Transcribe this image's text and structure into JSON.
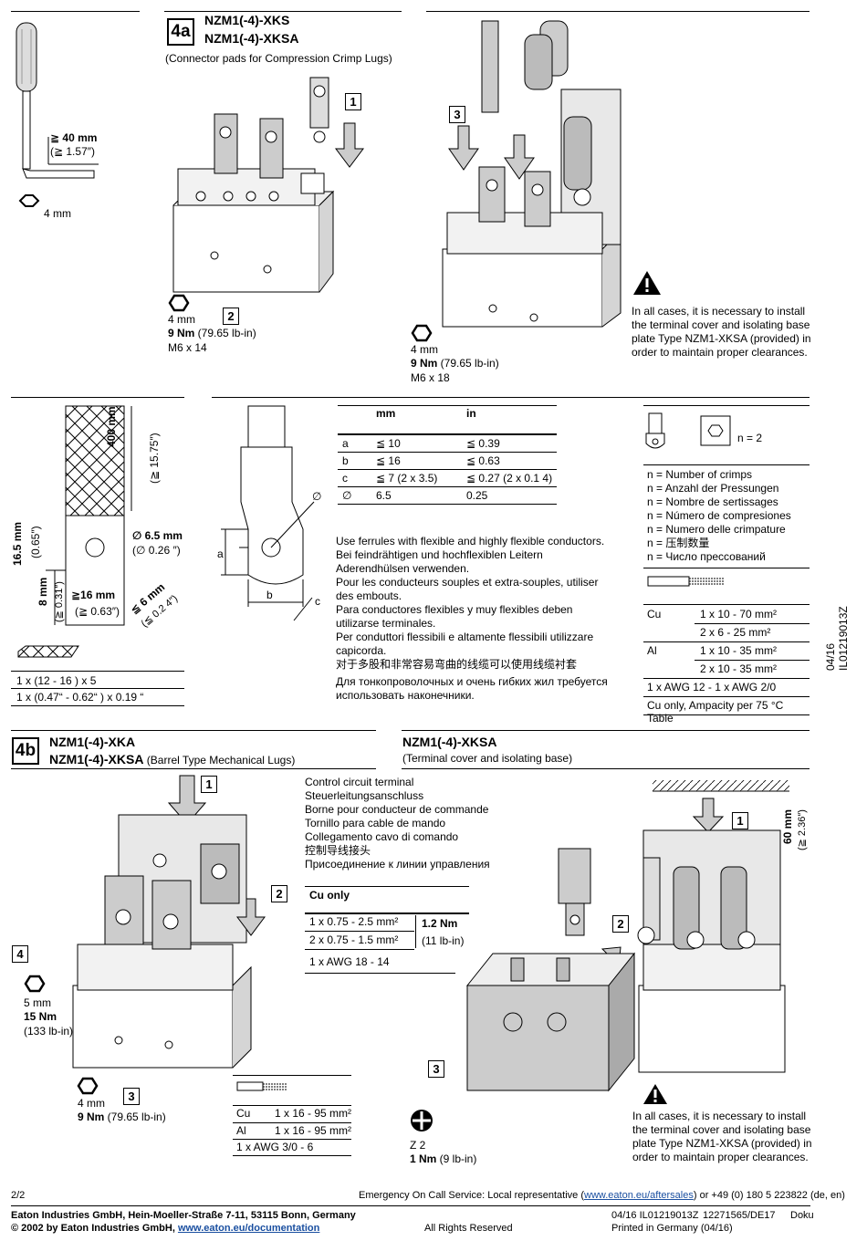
{
  "tool": {
    "length": "≧ 40 mm",
    "length_in": "(≧ 1.57″)",
    "hex": "4 mm"
  },
  "sec4a": {
    "badge": "4a",
    "title1": "NZM1(-4)-XKS",
    "title2": "NZM1(-4)-XKSA",
    "subtitle": "(Connector pads for Compression Crimp Lugs)",
    "steps": [
      "1",
      "2",
      "3"
    ],
    "left_torque": {
      "hex": "4 mm",
      "torque_bold": "9 Nm",
      "torque_rest": " (79.65 lb-in)",
      "screw": "M6 x 14"
    },
    "right_torque": {
      "hex": "4 mm",
      "torque_bold": "9 Nm",
      "torque_rest": " (79.65 lb-in)",
      "screw": "M6 x 18"
    },
    "warning": "In all cases, it is necessary to install the terminal cover and isolating base plate Type NZM1-XKSA (provided) in order to maintain proper clearances."
  },
  "braid": {
    "len400": "400 mm",
    "len400_in": "(≧ 15.75″)",
    "w165": "16.5 mm",
    "w165_in": "(0.65″)",
    "dia": "∅ 6.5 mm",
    "dia_in": "(∅  0.26 ″)",
    "l8": "8 mm",
    "l8_in": "(≧ 0.31″)",
    "l16": "≧16 mm",
    "l16_in": "(≧ 0.63″)",
    "l6": "≦ 6 mm",
    "l6_in": "(≦ 0.2 4″)",
    "rows": [
      "1 x (12 - 16 ) x 5",
      "1 x (0.47“ - 0.62“ ) x 0.19 “"
    ]
  },
  "lug": {
    "a": "a",
    "b": "b",
    "c": "c",
    "dia": "∅"
  },
  "dims": {
    "headers": [
      "",
      "mm",
      "in"
    ],
    "rows": [
      [
        "a",
        "≦ 10",
        "≦ 0.39"
      ],
      [
        "b",
        "≦ 16",
        "≦ 0.63"
      ],
      [
        "c",
        "≦ 7 (2 x 3.5)",
        "≦ 0.27 (2 x 0.1 4)"
      ],
      [
        "∅",
        "6.5",
        "0.25"
      ]
    ]
  },
  "ferrule_text": [
    "Use ferrules with flexible and highly flexible conductors.",
    "Bei feindrähtigen und hochflexiblen Leitern Aderendhülsen verwenden.",
    "Pour les conducteurs souples et extra-souples, utiliser des embouts.",
    "Para conductores flexibles y muy flexibles deben utilizarse terminales.",
    "Per conduttori flessibili e altamente flessibili utilizzare capicorda.",
    "对于多股和非常容易弯曲的线缆可以使用线缆衬套",
    "Для тонкопроволочных и очень гибких жил требуется использовать наконечники."
  ],
  "crimp": {
    "n": "n = 2",
    "lines": [
      "n = Number of crimps",
      "n = Anzahl der Pressungen",
      "n = Nombre de sertissages",
      "n = Número de compresiones",
      "n = Numero delle crimpature",
      "n = 压制数量",
      "n = Число прессований"
    ],
    "table": [
      [
        "Cu",
        "1 x 10 - 70 mm²"
      ],
      [
        "",
        "2 x 6 - 25 mm²"
      ],
      [
        "Al",
        "1 x 10 - 35 mm²"
      ],
      [
        "",
        "2 x 10 - 35 mm²"
      ]
    ],
    "awg": "1 x AWG 12 - 1 x AWG 2/0",
    "note": "Cu only, Ampacity per 75 °C Table"
  },
  "doc_id": "04/16 IL01219013Z",
  "sec4b": {
    "badge": "4b",
    "title1": "NZM1(-4)-XKA",
    "title2": "NZM1(-4)-XKSA",
    "title2_suffix": " (Barrel Type Mechanical Lugs)",
    "steps": [
      "1",
      "2",
      "3",
      "4"
    ],
    "control": [
      "Control circuit terminal",
      "Steuerleitungsanschluss",
      "Borne pour conducteur de commande",
      "Tornillo para cable de mando",
      "Collegamento cavo di comando",
      "控制导线接头",
      "Присоединение к линии управления"
    ],
    "cu_only": "Cu only",
    "ctrl_rows": [
      "1 x 0.75 - 2.5 mm²",
      "2 x 0.75 - 1.5 mm²",
      "1 x AWG 18 - 14"
    ],
    "ctrl_torque": "1.2 Nm",
    "ctrl_torque_in": "(11 lb-in)",
    "t4": {
      "hex": "5 mm",
      "torque": "15 Nm",
      "torque_in": "(133 lb-in)"
    },
    "t3": {
      "hex": "4 mm",
      "torque_bold": "9 Nm",
      "torque_rest": " (79.65 lb-in)"
    },
    "wire_rows": [
      [
        "Cu",
        "1 x 16 - 95 mm²"
      ],
      [
        "Al",
        "1 x 16 - 95 mm²"
      ]
    ],
    "wire_awg": "1 x AWG 3/0 - 6"
  },
  "sec_cover": {
    "title": "NZM1(-4)-XKSA",
    "subtitle": "(Terminal cover and isolating base)",
    "steps": [
      "1",
      "2",
      "3"
    ],
    "dim": "60 mm",
    "dim_in": "(≧ 2.36″)",
    "screw": "Z 2",
    "torque_bold": "1 Nm",
    "torque_rest": " (9 lb-in)",
    "warning": "In all cases, it is necessary to install the terminal cover and isolating base plate Type NZM1-XKSA (provided) in order to maintain proper clearances."
  },
  "footer": {
    "page": "2/2",
    "emergency_pre": "Emergency On Call Service: Local representative (",
    "emergency_link": "www.eaton.eu/aftersales",
    "emergency_post": ") or +49 (0) 180 5 223822 (de, en)",
    "company": "Eaton Industries GmbH, Hein-Moeller-Straße 7-11, 53115 Bonn, Germany",
    "copyright_pre": "© 2002 by Eaton Industries GmbH, ",
    "copyright_link": "www.eaton.eu/documentation",
    "rights": "All Rights Reserved",
    "doc": "04/16 IL01219013Z",
    "ref": "12271565/DE17",
    "doku": "Doku",
    "printed": "Printed in Germany (04/16)"
  }
}
